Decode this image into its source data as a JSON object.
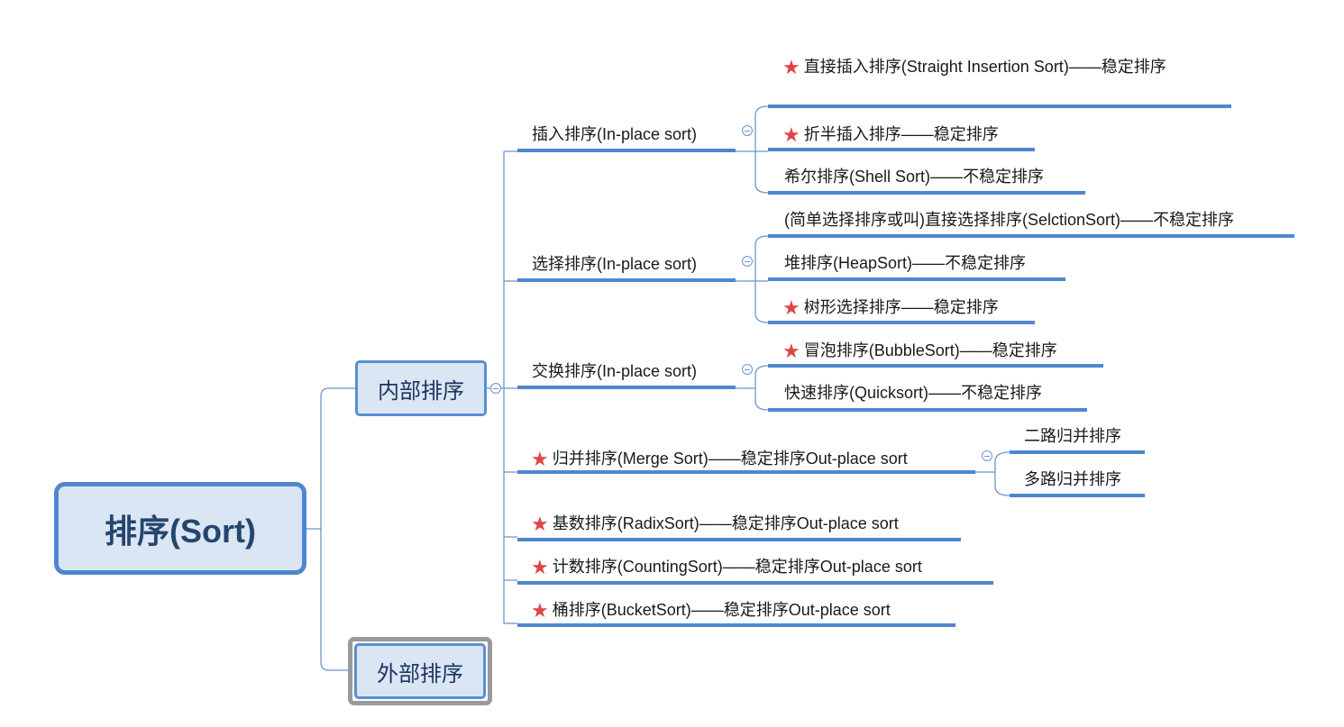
{
  "root": {
    "label": "排序(Sort)"
  },
  "internal": {
    "label": "内部排序",
    "insertion": {
      "label": "插入排序(In-place sort)",
      "items": [
        "直接插入排序(Straight Insertion Sort)——稳定排序",
        "折半插入排序——稳定排序",
        "希尔排序(Shell Sort)——不稳定排序"
      ]
    },
    "selection": {
      "label": "选择排序(In-place sort)",
      "items": [
        "(简单选择排序或叫)直接选择排序(SelctionSort)——不稳定排序",
        "堆排序(HeapSort)——不稳定排序",
        "树形选择排序——稳定排序"
      ]
    },
    "exchange": {
      "label": "交换排序(In-place sort)",
      "items": [
        "冒泡排序(BubbleSort)——稳定排序",
        "快速排序(Quicksort)——不稳定排序"
      ]
    },
    "merge": {
      "label": "归并排序(Merge Sort)——稳定排序Out-place sort",
      "items": [
        "二路归并排序",
        "多路归并排序"
      ]
    },
    "radix": {
      "label": "基数排序(RadixSort)——稳定排序Out-place sort"
    },
    "counting": {
      "label": "计数排序(CountingSort)——稳定排序Out-place sort"
    },
    "bucket": {
      "label": "桶排序(BucketSort)——稳定排序Out-place sort"
    }
  },
  "external": {
    "label": "外部排序"
  },
  "star_icon": "star-icon",
  "colors": {
    "line": "#4f86cf",
    "star": "#e04545",
    "node_fill": "#dbe6f4"
  }
}
